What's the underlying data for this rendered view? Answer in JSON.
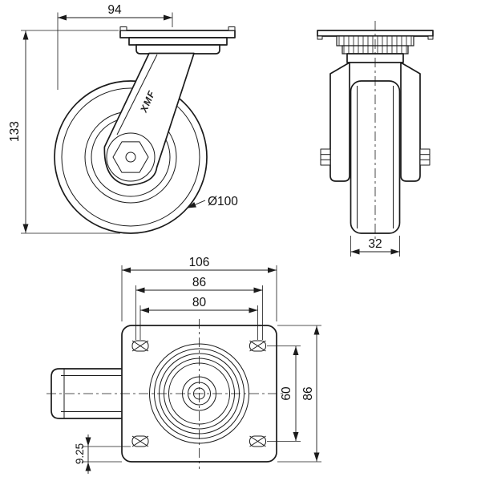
{
  "side_view": {
    "top_width": "94",
    "overall_height": "133",
    "wheel_diameter": "Ø100",
    "fork_marking": "XMF"
  },
  "front_view": {
    "wheel_width": "32"
  },
  "plan_view": {
    "plate_width": "106",
    "bolt_span_outer": "86",
    "bolt_span_inner": "80",
    "bolt_span_vertical": "60",
    "plate_depth": "86",
    "bottom_offset": "9.25"
  }
}
